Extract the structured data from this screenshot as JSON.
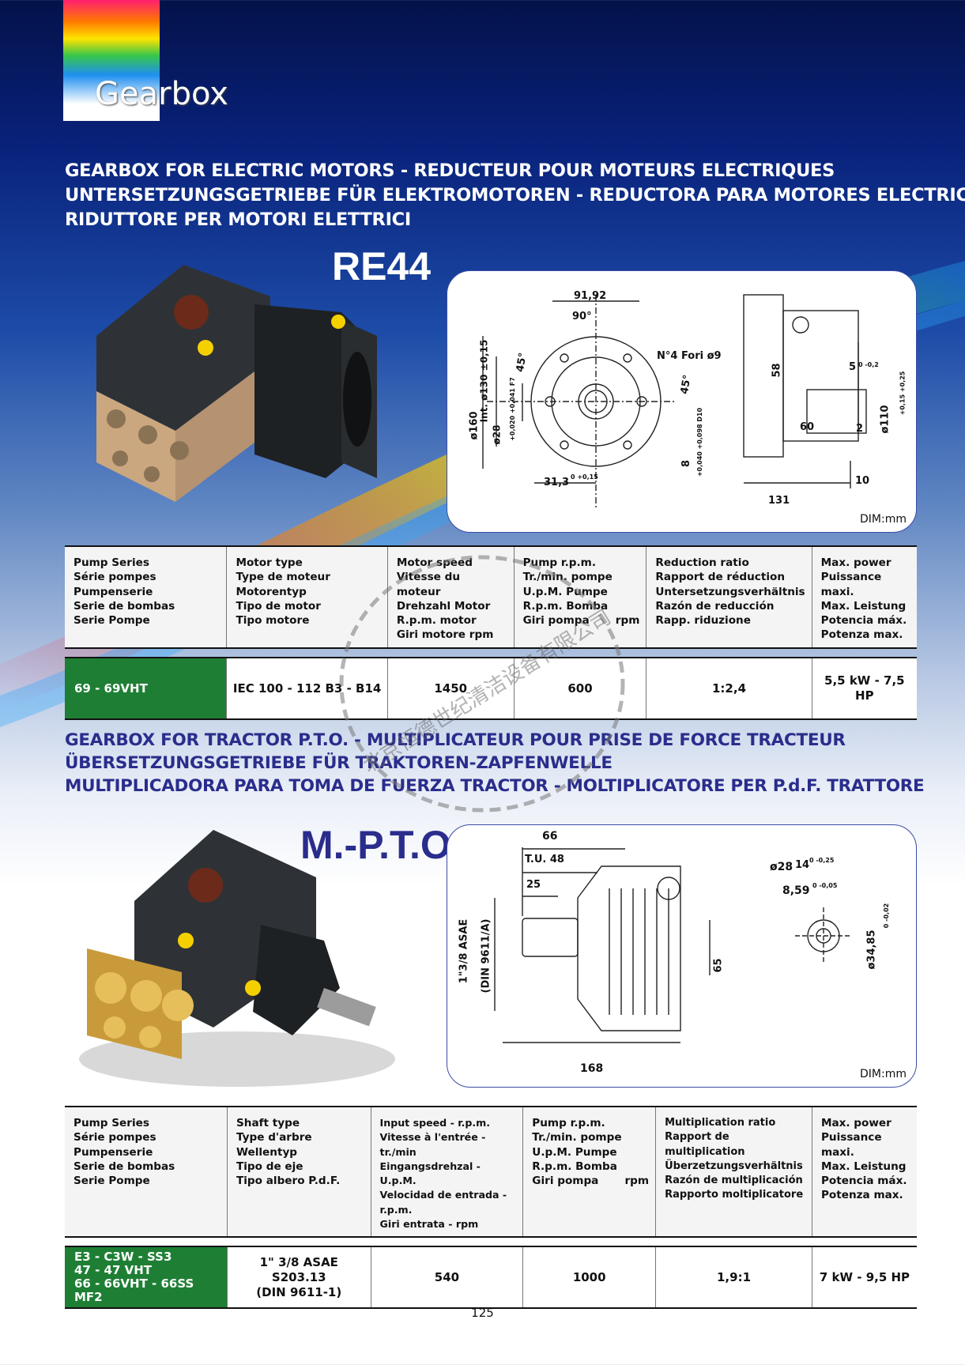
{
  "brand": {
    "section_title": "Gearbox"
  },
  "section1": {
    "heading_lines": [
      "GEARBOX FOR ELECTRIC MOTORS - REDUCTEUR POUR MOTEURS ELECTRIQUES",
      "UNTERSETZUNGSGETRIEBE FÜR ELEKTROMOTOREN - REDUCTORA PARA MOTORES ELECTRICOS",
      "RIDUTTORE PER MOTORI ELETTRICI"
    ],
    "model": "RE44",
    "drawing": {
      "dims": [
        "91,92",
        "90°",
        "45°",
        "N°4 Fori ø9",
        "45°",
        "Int. ø130 ±0,15",
        "ø160",
        "ø28",
        "+0,020 +0,041 F7",
        "31,3",
        "0 +0,15",
        "8",
        "+0,040 +0,098 D10",
        "58",
        "5",
        "0 -0,2",
        "60",
        "2",
        "ø110",
        "+0,15 +0,25",
        "10",
        "131"
      ],
      "unit_label": "DIM:mm"
    },
    "table": {
      "headers": [
        [
          "Pump Series",
          "Série pompes",
          "Pumpenserie",
          "Serie de bombas",
          "Serie Pompe"
        ],
        [
          "Motor type",
          "Type de moteur",
          "Motorentyp",
          "Tipo de motor",
          "Tipo motore"
        ],
        [
          "Motor speed",
          "Vitesse du moteur",
          "Drehzahl Motor",
          "R.p.m. motor",
          "Giri motore  rpm"
        ],
        [
          "Pump r.p.m.",
          "Tr./min. pompe",
          "U.p.M. Pumpe",
          "R.p.m. Bomba",
          "Giri pompa       rpm"
        ],
        [
          "Reduction ratio",
          "Rapport de réduction",
          "Untersetzungsverhältnis",
          "Razón de reducción",
          "Rapp. riduzione"
        ],
        [
          "Max. power",
          "Puissance maxi.",
          "Max. Leistung",
          "Potencia máx.",
          "Potenza max."
        ]
      ],
      "row": [
        "69 - 69VHT",
        "IEC 100 - 112 B3 - B14",
        "1450",
        "600",
        "1:2,4",
        "5,5 kW - 7,5 HP"
      ]
    }
  },
  "section2": {
    "heading_lines": [
      "GEARBOX FOR TRACTOR P.T.O. - MULTIPLICATEUR POUR PRISE DE FORCE TRACTEUR",
      "ÜBERSETZUNGSGETRIEBE FÜR TRAKTOREN-ZAPFENWELLE",
      "MULTIPLICADORA  PARA TOMA DE FUERZA TRACTOR - MOLTIPLICATORE PER P.d.F. TRATTORE"
    ],
    "model": "M.-P.T.O.",
    "drawing": {
      "dims": [
        "66",
        "T.U. 48",
        "25",
        "1\"3/8 ASAE",
        "(DIN 9611/A)",
        "65",
        "168",
        "ø28",
        "14",
        "0 -0,25",
        "8,59",
        "0 -0,05",
        "ø34,85",
        "0 -0,02"
      ],
      "unit_label": "DIM:mm"
    },
    "table": {
      "headers": [
        [
          "Pump Series",
          "Série pompes",
          "Pumpenserie",
          "Serie de bombas",
          "Serie Pompe"
        ],
        [
          "Shaft type",
          "Type d'arbre",
          "Wellentyp",
          "Tipo de eje",
          "Tipo albero P.d.F."
        ],
        [
          "Input speed - r.p.m.",
          "Vitesse à l'entrée - tr./min",
          "Eingangsdrehzal - U.p.M.",
          "Velocidad de entrada - r.p.m.",
          "Giri entrata - rpm"
        ],
        [
          "Pump r.p.m.",
          "Tr./min. pompe",
          "U.p.M. Pumpe",
          "R.p.m. Bomba",
          "Giri pompa       rpm"
        ],
        [
          "Multiplication ratio",
          "Rapport de multiplication",
          "Überzetzungsverhältnis",
          "Razón de multiplicación",
          "Rapporto moltiplicatore"
        ],
        [
          "Max. power",
          "Puissance maxi.",
          "Max. Leistung",
          "Potencia máx.",
          "Potenza max."
        ]
      ],
      "series_lines": [
        "E3 - C3W - SS3",
        "47 - 47 VHT",
        "66 - 66VHT - 66SS",
        "MF2"
      ],
      "shaft_lines": [
        "1\" 3/8  ASAE S203.13",
        "(DIN 9611-1)"
      ],
      "row": [
        "540",
        "1000",
        "1,9:1",
        "7 kW - 9,5 HP"
      ]
    }
  },
  "stamp_text": "北京恒德世纪清洁设备有限公司",
  "page_number": "125",
  "colors": {
    "heading_blue": "#2a2d8c",
    "series_green": "#1e7f34",
    "frame_blue": "#3b4ca6"
  }
}
